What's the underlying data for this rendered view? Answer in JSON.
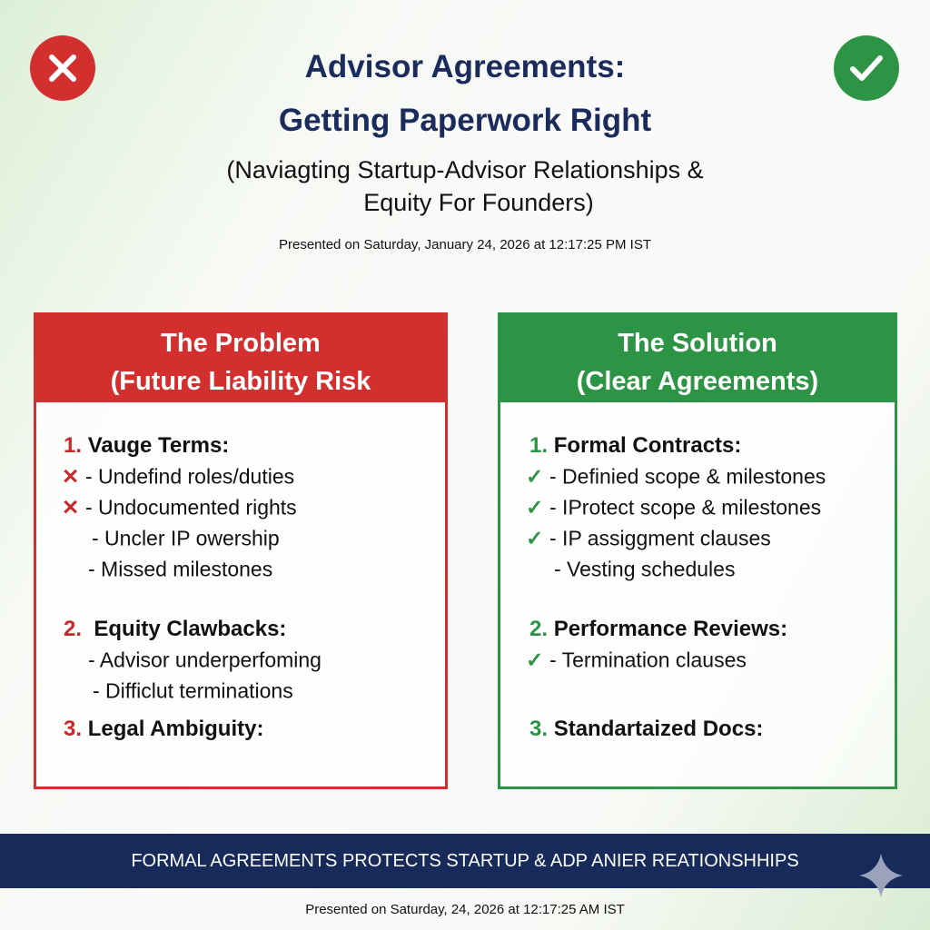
{
  "header": {
    "title_line1": "Advisor Agreements:",
    "title_line2": "Getting Paperwork Right",
    "subtitle_line1": "(Naviagting Startup-Advisor Relationships &",
    "subtitle_line2": "Equity For Founders)",
    "date": "Presented on Saturday, January 24, 2026 at 12:17:25 PM IST"
  },
  "problem": {
    "title": "The Problem",
    "subtitle": "(Future Liability Risk",
    "color": "#d32f2f",
    "s1_num": "1.",
    "s1_head": "Vauge Terms:",
    "s1_items": [
      "- Undefind roles/duties",
      "- Undocumented rights",
      "- Uncler IP owership",
      "- Missed milestones"
    ],
    "s2_num": "2.",
    "s2_head": "Equity Clawbacks:",
    "s2_items": [
      "- Advisor underperfoming",
      "- Difficlut terminations"
    ],
    "s3_num": "3.",
    "s3_head": "Legal Ambiguity:"
  },
  "solution": {
    "title": "The Solution",
    "subtitle": "(Clear Agreements)",
    "color": "#2e9445",
    "s1_num": "1.",
    "s1_head": "Formal Contracts:",
    "s1_items": [
      "- Definied scope & milestones",
      "- IProtect scope & milestones",
      "- IP assiggment clauses",
      "- Vesting schedules"
    ],
    "s2_num": "2.",
    "s2_head": "Performance Reviews:",
    "s2_items": [
      "- Termination clauses"
    ],
    "s3_num": "3.",
    "s3_head": "Standartaized Docs:"
  },
  "marks": {
    "cross": "✕",
    "check": "✓"
  },
  "banner": {
    "text": "FORMAL AGREEMENTS PROTECTS STARTUP & ADP ANIER REATIONSHHIPS"
  },
  "footer": {
    "date": "Presented on Saturday, 24, 2026 at 12:17:25 AM IST"
  }
}
